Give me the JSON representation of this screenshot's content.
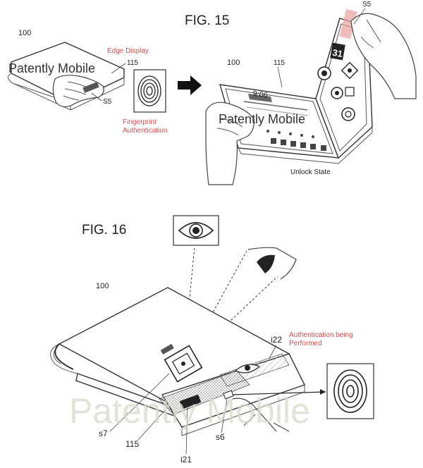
{
  "fig15": {
    "title": "FIG. 15",
    "label_100_left": "100",
    "label_100_right": "100",
    "edge_display": "Edge Display",
    "label_115_left": "115",
    "label_115_right": "115",
    "label_s5_left": "S5",
    "label_s5_right": "S5",
    "fingerprint_auth": [
      "Fingerprint",
      "Authentication"
    ],
    "unlock_state": "Unlock State",
    "clock": "9:06",
    "calendar_day": "31",
    "watermark_left": "Patently Mobile",
    "watermark_right": "Patently Mobile"
  },
  "fig16": {
    "title": "FIG. 16",
    "label_100": "100",
    "label_i22": "i22",
    "auth_performed": [
      "Authentication being",
      "Performed"
    ],
    "label_s7": "s7",
    "label_115": "115",
    "label_s6": "s6",
    "label_i21": "i21",
    "watermark": "Patently Mobile"
  },
  "colors": {
    "annotation_red": "#e04848",
    "line": "#333333"
  }
}
